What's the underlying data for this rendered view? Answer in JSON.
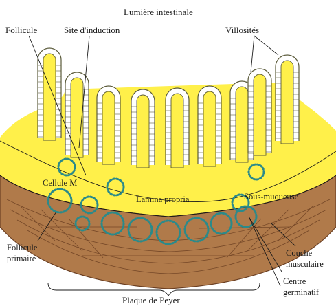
{
  "labels": {
    "lumen": "Lumière intestinale",
    "follicle": "Follicule",
    "induction_site": "Site d'induction",
    "villi": "Villosités",
    "m_cell": "Cellule M",
    "lamina_propria": "Lamina propria",
    "submucosa": "Sous-muqueuse",
    "primary_follicle_1": "Follicule",
    "primary_follicle_2": "primaire",
    "muscle_layer_1": "Couche",
    "muscle_layer_2": "musculaire",
    "germinal_center_1": "Centre",
    "germinal_center_2": "germinatif",
    "peyer_patch": "Plaque de Peyer"
  },
  "colors": {
    "mucosa": "#fff04a",
    "villus_cells": "#ffffff",
    "villus_outline": "#5a5a3a",
    "villus_core": "#fff04a",
    "muscle": "#b07a4a",
    "muscle_dark": "#6b3f22",
    "follicle_dots": "#2b8a8a",
    "line": "#1a1a1a"
  },
  "villi_count": 9,
  "follicle_count": 13
}
